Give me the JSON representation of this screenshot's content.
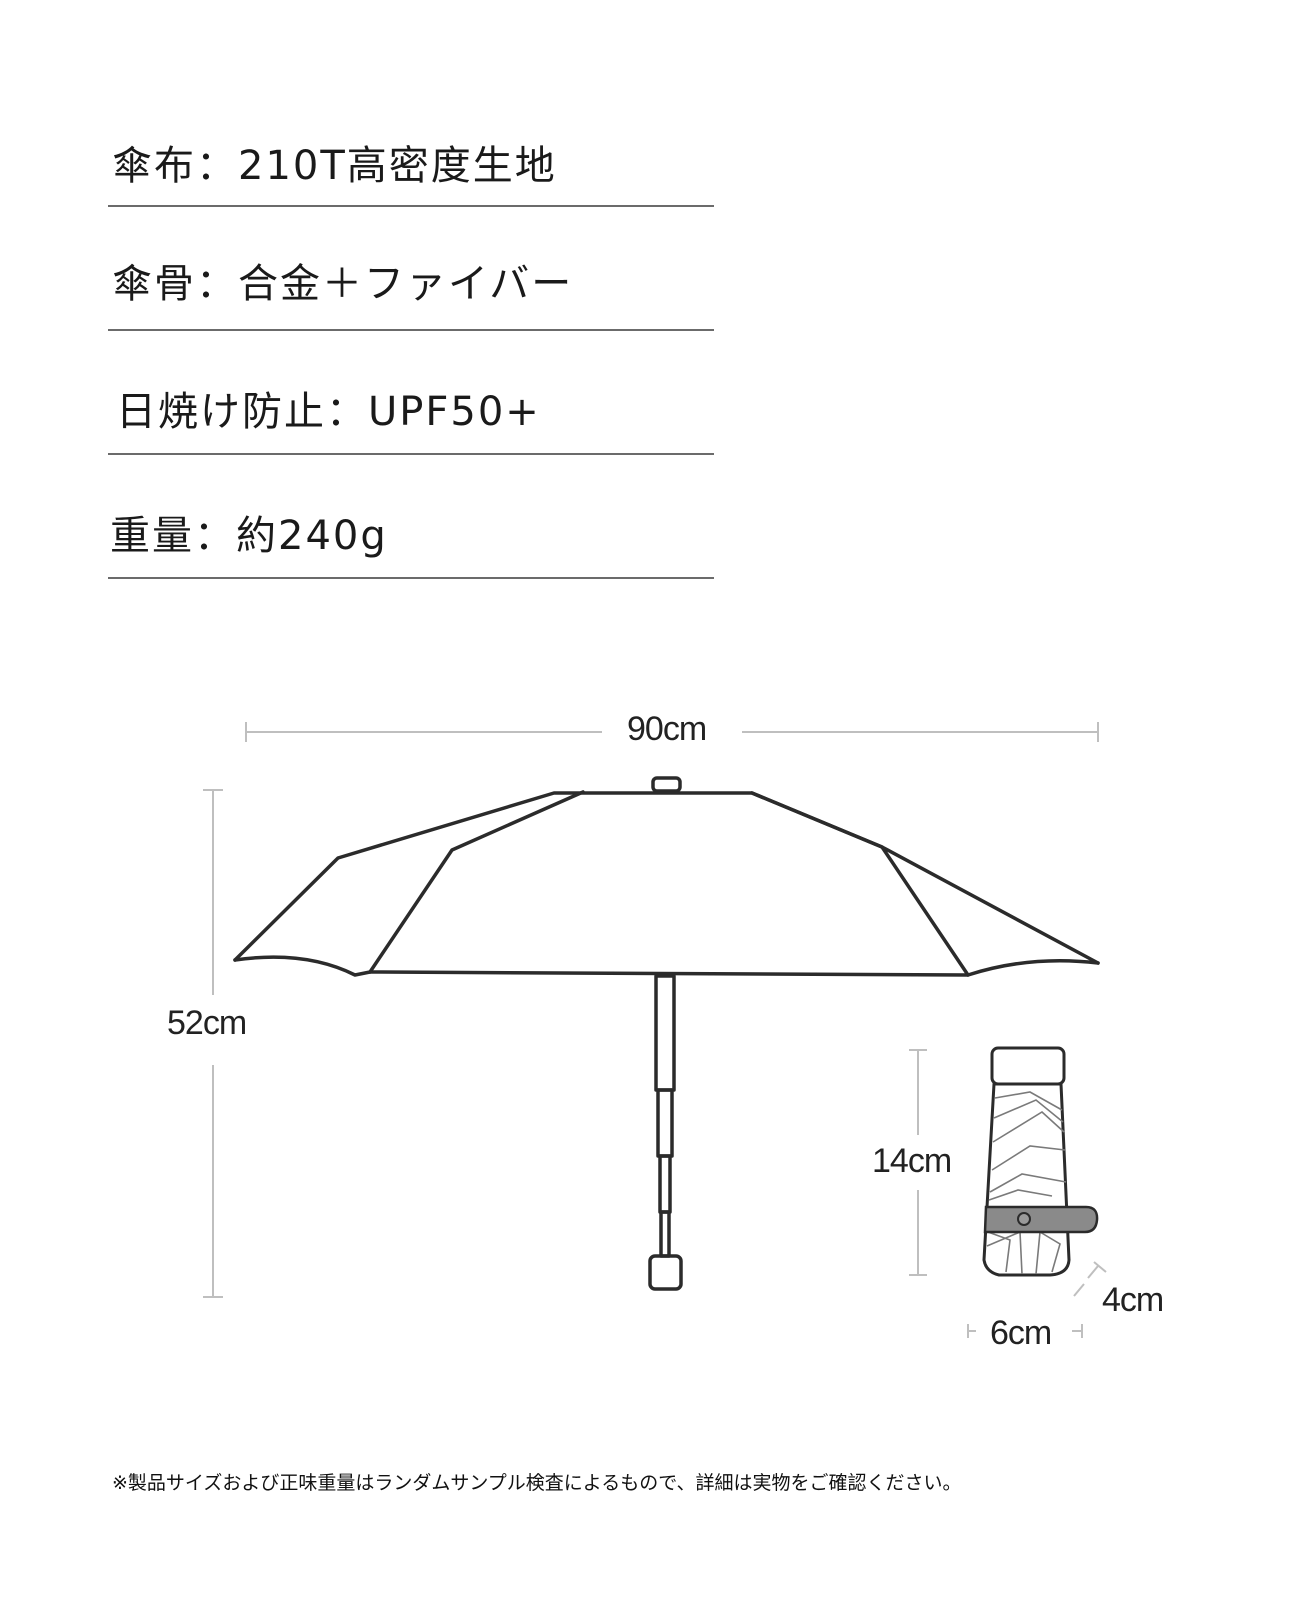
{
  "specs": [
    {
      "label": "傘布",
      "sep": "：",
      "value": "210T高密度生地"
    },
    {
      "label": "傘骨",
      "sep": "：",
      "value": "合金＋ファイバー"
    },
    {
      "label": "日焼け防止",
      "sep": "：",
      "value": "UPF50+"
    },
    {
      "label": "重量",
      "sep": "：",
      "value": "約240g"
    }
  ],
  "dimensions": {
    "open_width": "90cm",
    "open_height": "52cm",
    "folded_length": "14cm",
    "folded_width": "6cm",
    "folded_depth": "4cm"
  },
  "note": "※製品サイズおよび正味重量はランダムサンプル検査によるもので、詳細は実物をご確認ください。",
  "colors": {
    "outline": "#2b2b2b",
    "dim_line": "#bfbfbf",
    "divider": "#6b6b6b",
    "strap": "#8a8a8a"
  }
}
